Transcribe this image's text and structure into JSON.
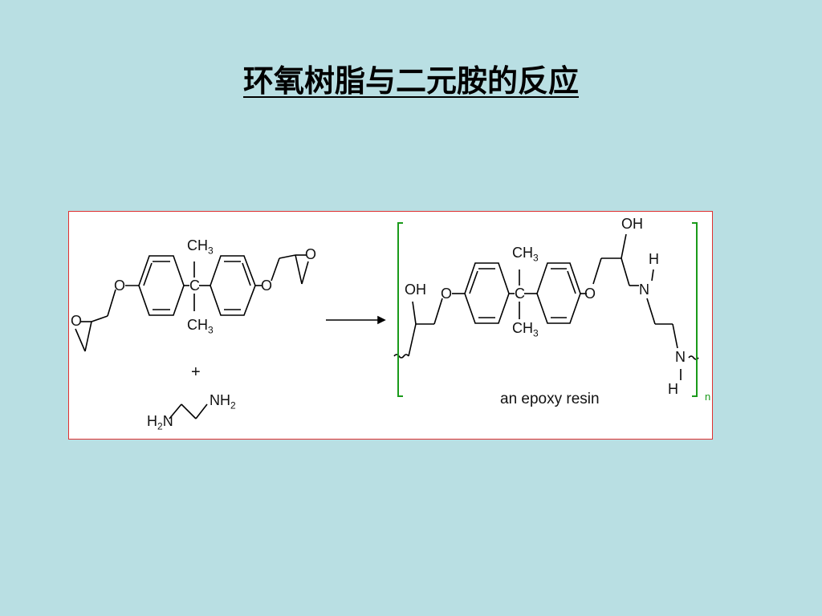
{
  "slide": {
    "title": "环氧树脂与二元胺的反应"
  },
  "reaction": {
    "reactant_epoxy": {
      "atoms": {
        "o_epoxide_left": "O",
        "o_ether_left": "O",
        "ch3_top": "CH3",
        "c_center": "C",
        "ch3_bottom": "CH3",
        "o_ether_right": "O",
        "o_epoxide_right": "O"
      }
    },
    "plus_sign": "+",
    "reactant_amine": {
      "h2n": "H2N",
      "nh2": "NH2"
    },
    "product": {
      "atoms": {
        "oh_left": "OH",
        "o_ether_left": "O",
        "ch3_top": "CH3",
        "c_center": "C",
        "ch3_bottom": "CH3",
        "o_ether_right": "O",
        "oh_right": "OH",
        "h_upper": "H",
        "n_upper": "N",
        "n_lower": "N",
        "h_lower": "H"
      },
      "caption": "an epoxy resin",
      "repeat_subscript": "n"
    },
    "colors": {
      "figure_border": "#e03030",
      "bracket": "#1a9a1a",
      "background": "#b9dfe3"
    }
  }
}
